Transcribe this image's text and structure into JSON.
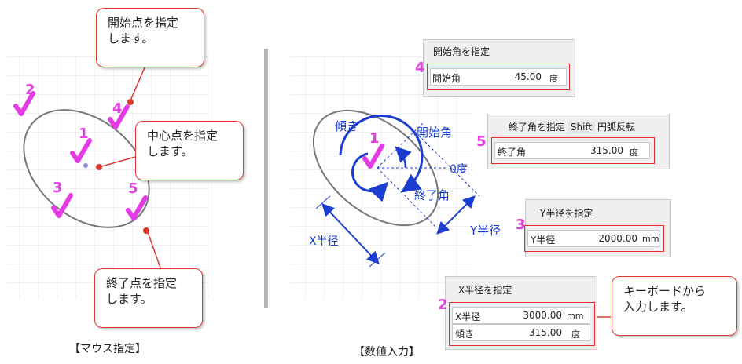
{
  "left": {
    "caption": "【マウス指定】",
    "callouts": {
      "start": "開始点を指定\nします。",
      "center": "中心点を指定\nします。",
      "end": "終了点を指定\nします。"
    },
    "numbers": [
      "1",
      "2",
      "3",
      "4",
      "5"
    ]
  },
  "right": {
    "caption": "【数値入力】",
    "labels": {
      "tilt": "傾き",
      "start_angle": "開始角",
      "zero": "0度",
      "end_angle": "終了角",
      "y_radius": "Y半径",
      "x_radius": "X半径"
    },
    "numbers": [
      "1",
      "2",
      "3",
      "4",
      "5"
    ],
    "keyboard_callout": "キーボードから\n入力します。",
    "panels": {
      "start": {
        "title": "開始角を指定",
        "label": "開始角",
        "value": "45.00",
        "unit": "度"
      },
      "end": {
        "title": "終了角を指定",
        "shift": "Shift",
        "toggle": "円弧反転",
        "label": "終了角",
        "value": "315.00",
        "unit": "度"
      },
      "yrad": {
        "title": "Y半径を指定",
        "label": "Y半径",
        "value": "2000.00",
        "unit": "mm"
      },
      "xrad": {
        "title": "X半径を指定",
        "label": "X半径",
        "value": "3000.00",
        "unit": "mm",
        "label2": "傾き",
        "value2": "315.00",
        "unit2": "度"
      }
    }
  },
  "colors": {
    "accent": "#e040e0",
    "callout_border": "#d83a2e",
    "arrow": "#1a3ccf"
  }
}
